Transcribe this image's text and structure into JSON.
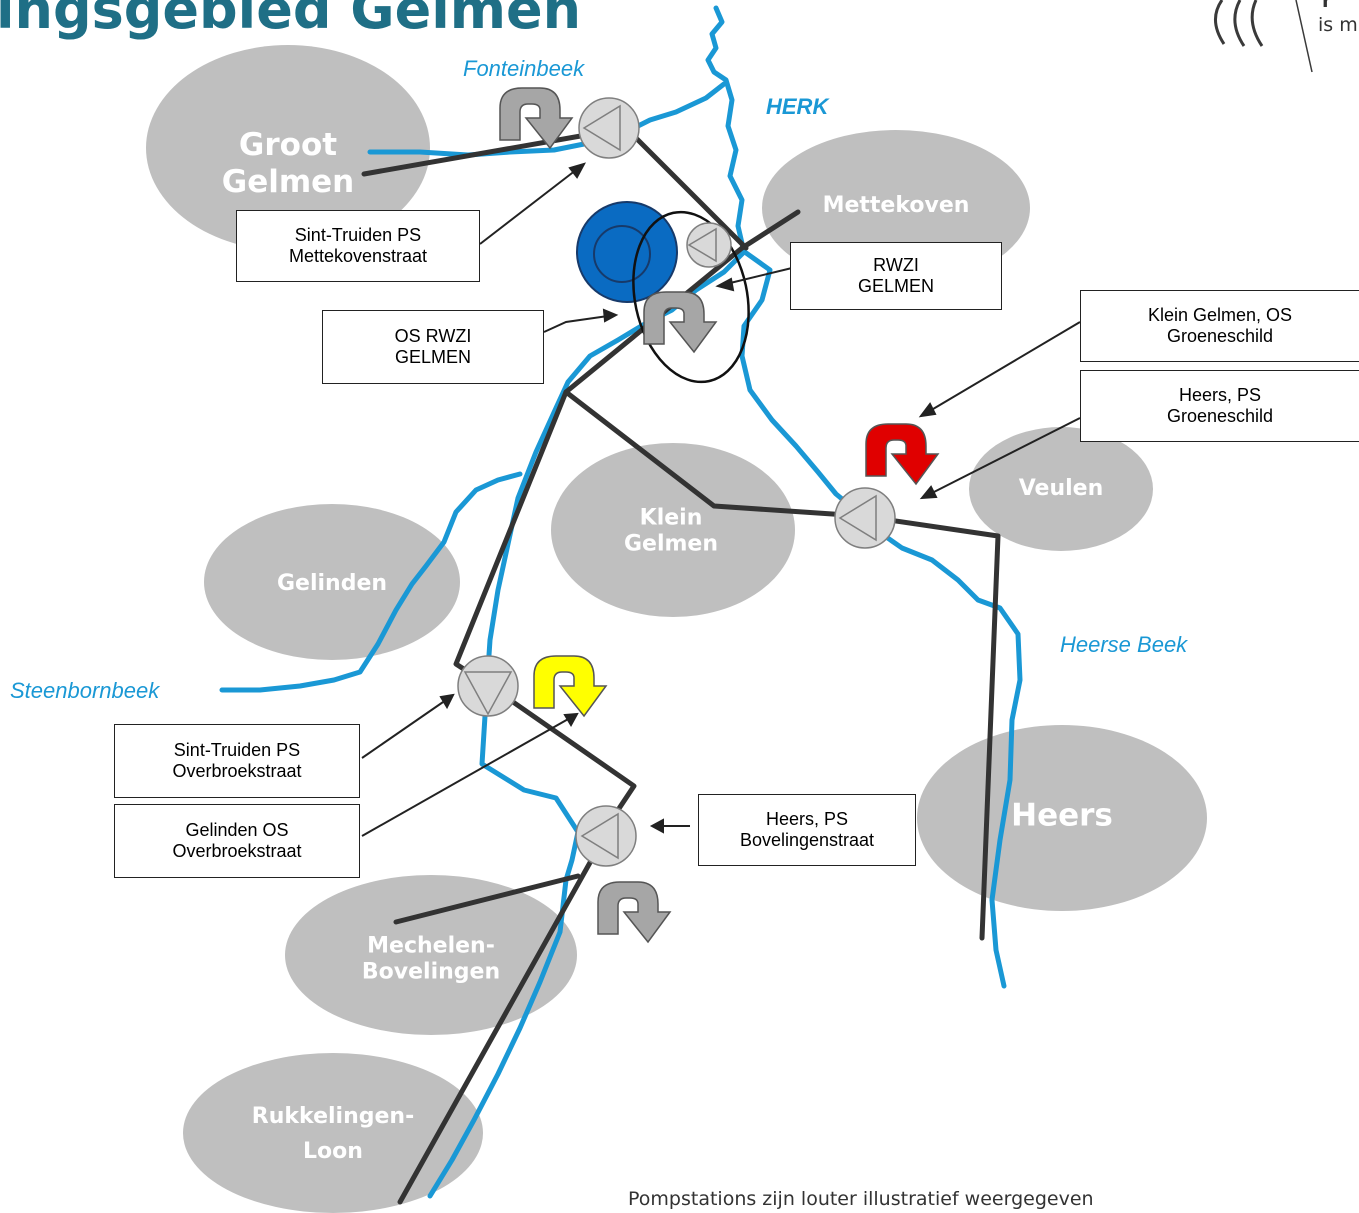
{
  "title": "ingsgebied Gelmen",
  "logo": {
    "line1": "r",
    "line2": "is m"
  },
  "footnote": "Pompstations zijn louter illustratief weergegeven",
  "areas": {
    "groot_gelmen": [
      "Groot",
      "Gelmen"
    ],
    "mettekoven": [
      "Mettekoven"
    ],
    "klein_gelmen": [
      "Klein",
      "Gelmen"
    ],
    "veulen": [
      "Veulen"
    ],
    "gelinden": [
      "Gelinden"
    ],
    "heers": [
      "Heers"
    ],
    "mechelen_bovelingen": [
      "Mechelen-",
      "Bovelingen"
    ],
    "rukkelingen_loon": [
      "Rukkelingen-",
      "Loon"
    ]
  },
  "rivers": {
    "fonteinbeek": "Fonteinbeek",
    "herk": "HERK",
    "heerse_beek": "Heerse Beek",
    "steenbornbeek": "Steenbornbeek"
  },
  "boxes": {
    "sint_truiden_mettekoven": [
      "Sint-Truiden PS",
      "Mettekovenstraat"
    ],
    "rwzi_gelmen": [
      "RWZI",
      "GELMEN"
    ],
    "os_rwzi_gelmen": [
      "OS RWZI",
      "GELMEN"
    ],
    "klein_gelmen_os": [
      "Klein Gelmen, OS",
      "Groeneschild"
    ],
    "heers_ps_groeneschild": [
      "Heers, PS",
      "Groeneschild"
    ],
    "sint_truiden_overbroek": [
      "Sint-Truiden PS",
      "Overbroekstraat"
    ],
    "gelinden_os_overbroek": [
      "Gelinden OS",
      "Overbroekstraat"
    ],
    "heers_ps_bovelingen": [
      "Heers, PS",
      "Bovelingenstraat"
    ]
  },
  "colors": {
    "title": "#1f6f86",
    "river": "#1a98d5",
    "area": "#bfbfbf",
    "rwzi": "#0a6bc2",
    "arrow_grey": "#a6a6a6",
    "arrow_red": "#e00000",
    "arrow_yellow": "#ffff00"
  },
  "icons": [
    "pump-icon",
    "rotation-arrow-icon",
    "flag-logo-icon"
  ]
}
